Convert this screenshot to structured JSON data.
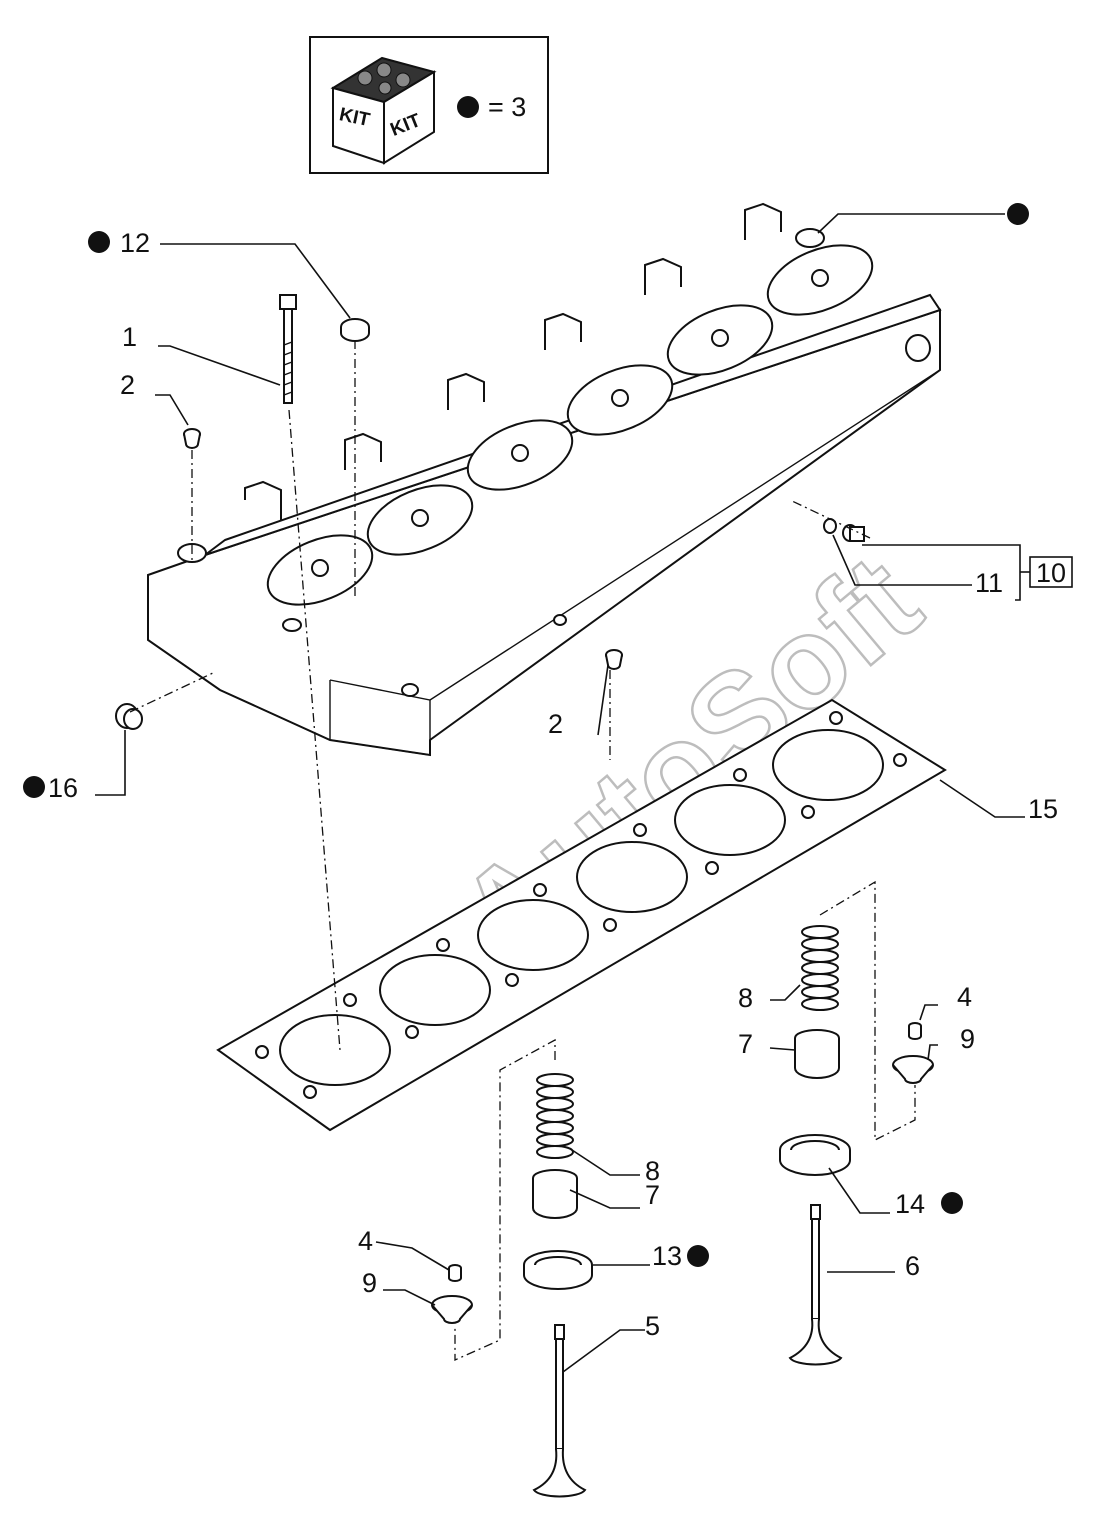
{
  "kit_box": {
    "kit_label_left": "KIT",
    "kit_label_right": "KIT",
    "legend_text": "= 3"
  },
  "callouts": {
    "c1": "1",
    "c2a": "2",
    "c2b": "2",
    "c4a": "4",
    "c4b": "4",
    "c5": "5",
    "c6": "6",
    "c7a": "7",
    "c7b": "7",
    "c8a": "8",
    "c8b": "8",
    "c9a": "9",
    "c9b": "9",
    "c10": "10",
    "c11": "11",
    "c12": "12",
    "c13": "13",
    "c14": "14",
    "c15": "15",
    "c16": "16"
  },
  "watermark": "AutoSoft",
  "colors": {
    "line": "#111111",
    "watermark": "#bdbdbd",
    "background": "#ffffff"
  }
}
